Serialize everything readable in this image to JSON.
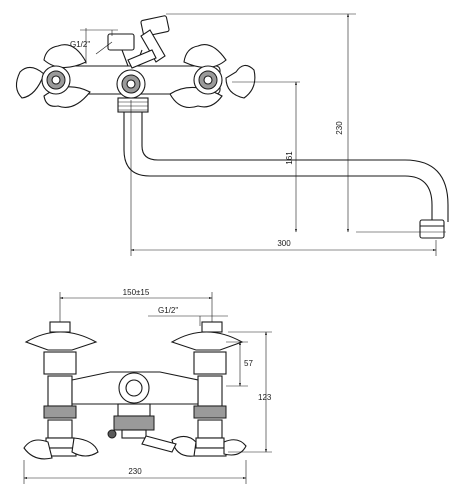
{
  "top_view": {
    "thread_label": "G1/2\"",
    "dim_height_total": "230",
    "dim_height_mid": "161",
    "dim_length": "300"
  },
  "front_view": {
    "dim_center_distance": "150±15",
    "thread_label": "G1/2\"",
    "dim_height_small": "57",
    "dim_height_large": "123",
    "dim_width": "230"
  }
}
